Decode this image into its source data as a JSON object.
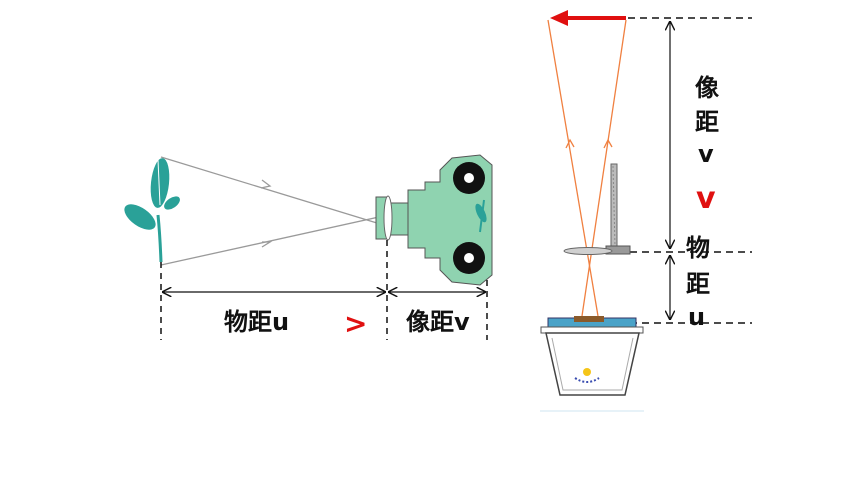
{
  "camera": {
    "object_distance_label": "物距u",
    "comparison_symbol": ">",
    "image_distance_label": "像距v"
  },
  "projector": {
    "image_distance_chars": [
      "像",
      "距",
      "v"
    ],
    "comparison_symbol": "v",
    "object_distance_chars": [
      "物",
      "距",
      "u"
    ]
  },
  "colors": {
    "ray_gray": "#9a9a9a",
    "ray_orange": "#f08040",
    "plant": "#2aa198",
    "camera_body": "#8fd3b0",
    "accent_red": "#e01010",
    "screen_blue": "#4aa3c8"
  }
}
